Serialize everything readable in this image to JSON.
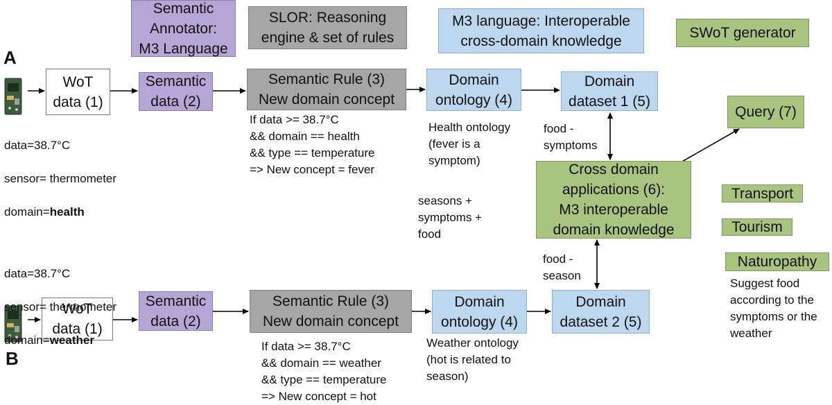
{
  "legend": {
    "annotator": "Semantic\nAnnotator:\nM3 Language",
    "slor": "SLOR: Reasoning\nengine & set of rules",
    "m3": "M3 language: Interoperable\ncross-domain knowledge",
    "swot": "SWoT generator"
  },
  "row_a": {
    "label": "A",
    "wot": "WoT\ndata (1)",
    "semantic": "Semantic\ndata (2)",
    "rule": "Semantic Rule (3)\nNew domain concept",
    "ontology": "Domain\nontology (4)",
    "dataset": "Domain\ndataset 1 (5)",
    "sensor_data": "data=38.7°C",
    "sensor_type": "sensor= thermometer",
    "domain_prefix": "domain=",
    "domain_value": "health",
    "rule_text": "If data >= 38.7°C\n&& domain == health\n&& type == temperature\n=> New concept = fever",
    "ontology_text": "Health ontology\n(fever is a\nsymptom)"
  },
  "row_b": {
    "label": "B",
    "wot": "WoT\ndata (1)",
    "semantic": "Semantic\ndata (2)",
    "rule": "Semantic Rule (3)\nNew domain concept",
    "ontology": "Domain\nontology (4)",
    "dataset": "Domain\ndataset 2 (5)",
    "sensor_data": "data=38.7°C",
    "sensor_type": "sensor= thermometer",
    "domain_prefix": "domain=",
    "domain_value": "weather",
    "rule_text": "If data >= 38.7°C\n&& domain == weather\n&& type == temperature\n=> New concept = hot",
    "ontology_text": "Weather ontology\n(hot is related to\nseason)"
  },
  "cross": {
    "box": "Cross domain\napplications (6):\nM3 interoperable\ndomain knowledge",
    "query": "Query (7)",
    "link_top": "food -\nsymptoms",
    "link_bottom": "food -\nseason",
    "middle_note": "seasons +\nsymptoms +\n food"
  },
  "apps": {
    "transport": "Transport",
    "tourism": "Tourism",
    "naturopathy": "Naturopathy",
    "naturopathy_note": "Suggest food\naccording to the\nsymptoms or the\nweather"
  }
}
